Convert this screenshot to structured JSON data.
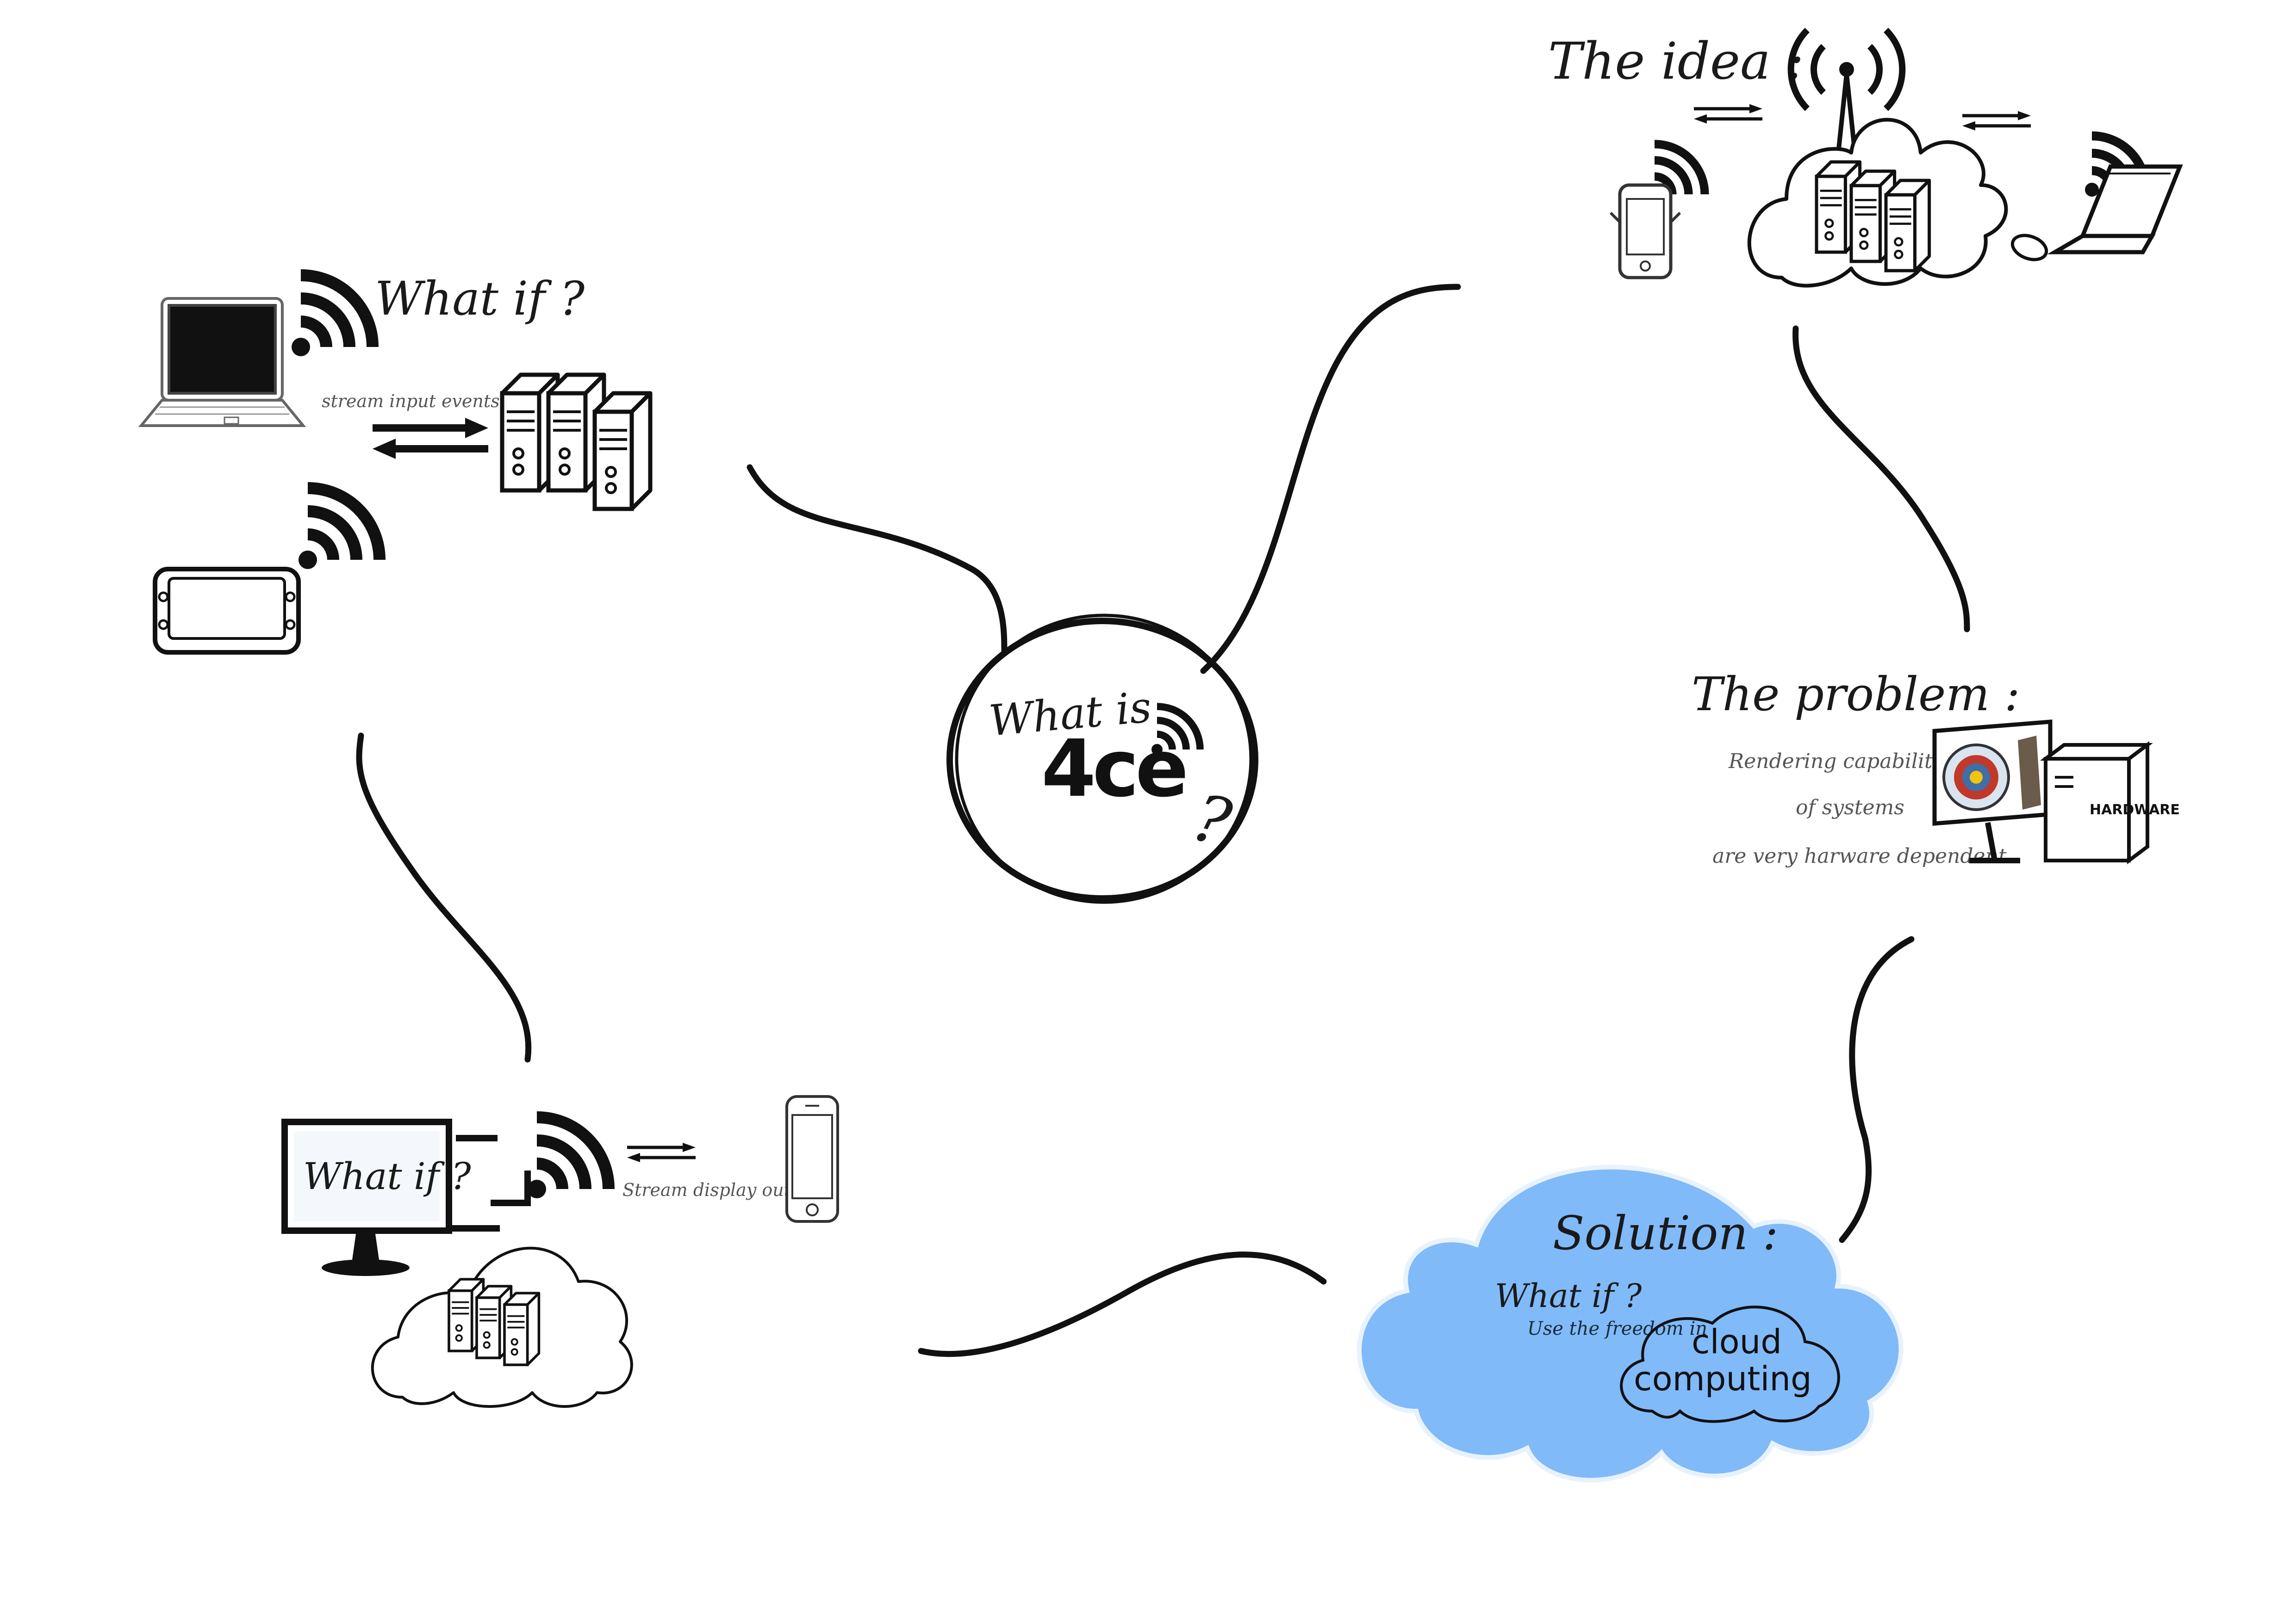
{
  "center": {
    "line1": "What is",
    "logo": "4ce",
    "question": "?"
  },
  "idea": {
    "title": "The idea :"
  },
  "problem": {
    "title": "The problem :",
    "line1": "Rendering capabilities",
    "line2": "of systems",
    "line3": "are very harware dependent",
    "hardware_label": "HARDWARE"
  },
  "solution": {
    "title": "Solution :",
    "whatif": "What if ?",
    "line": "Use the freedom in",
    "cloud_line1": "cloud",
    "cloud_line2": "computing"
  },
  "display": {
    "monitor_text": "What if ?",
    "arrow_label": "Stream display output"
  },
  "input": {
    "title": "What if ?",
    "arrow_label": "stream input events back"
  },
  "colors": {
    "ink": "#111111",
    "cloud_fill": "#80baf8",
    "cloud_edge": "#e8f2fe"
  },
  "icons": [
    "laptop-icon",
    "server-rack-icon",
    "handheld-device-icon",
    "wifi-signal-icon",
    "smartphone-icon",
    "cloud-icon",
    "monitor-icon",
    "mouse-icon",
    "desktop-tower-icon",
    "target-icon",
    "cell-tower-icon"
  ]
}
